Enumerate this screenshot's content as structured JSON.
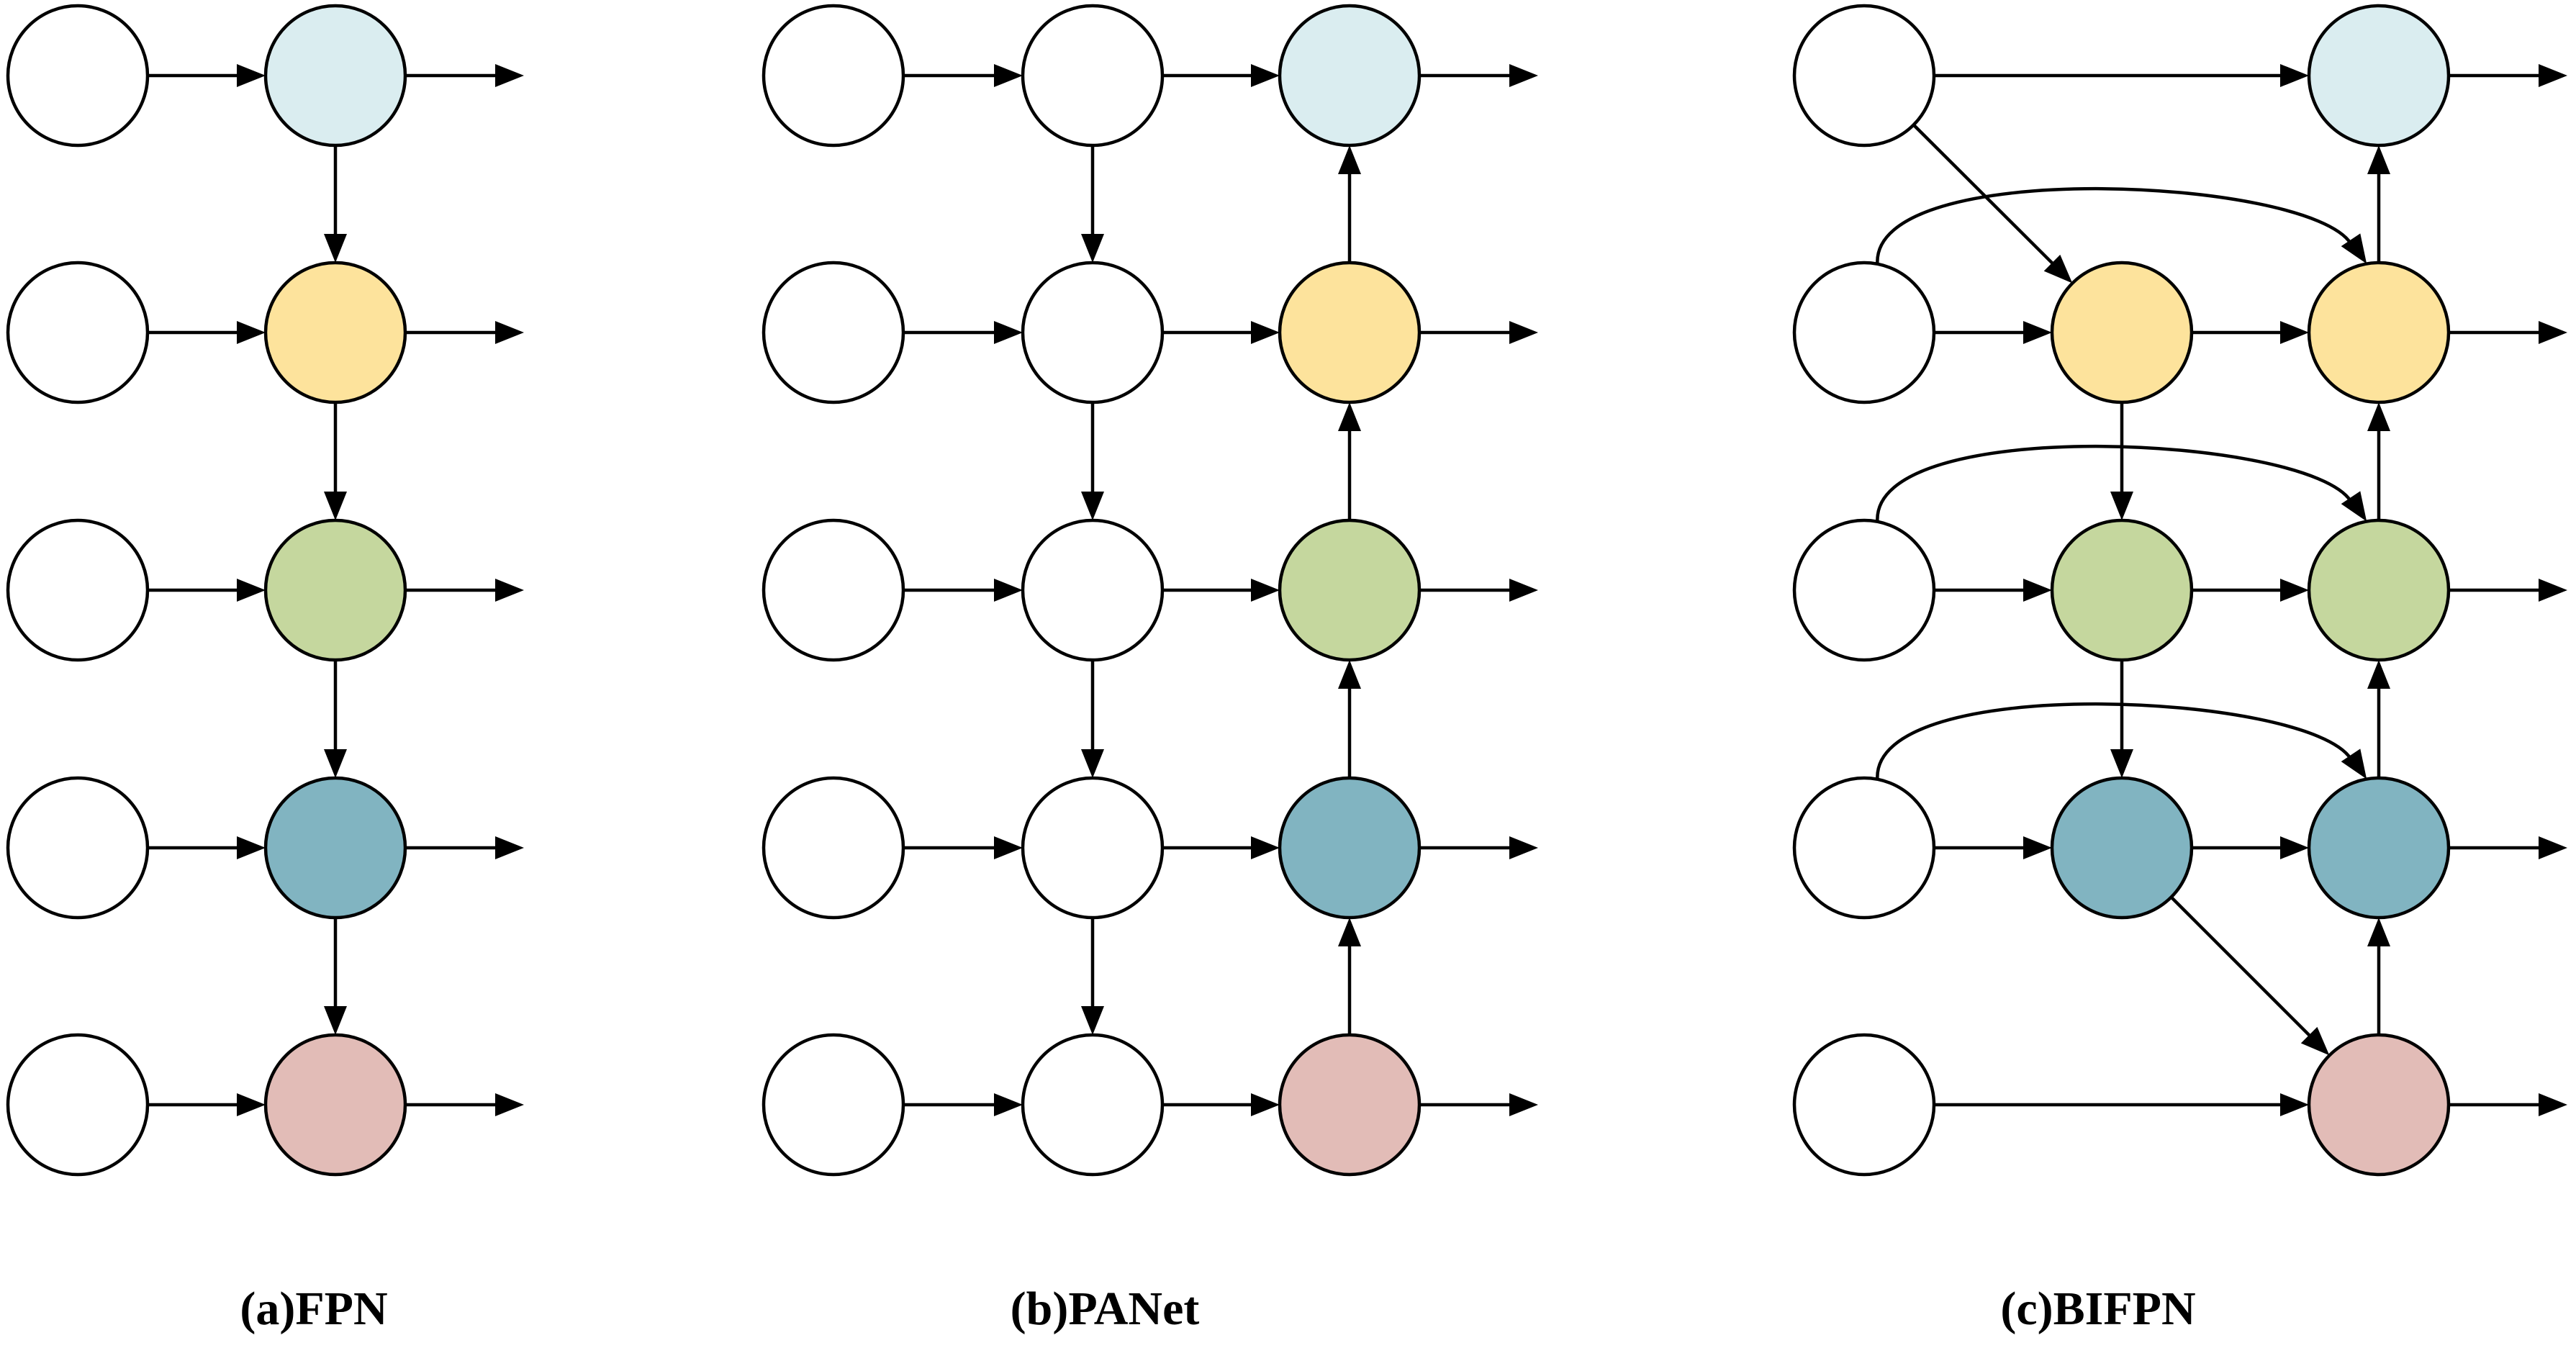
{
  "colors": {
    "white": "#ffffff",
    "level_1": "#daedf0",
    "level_2": "#fde39c",
    "level_3": "#c5d79e",
    "level_4": "#81b4c1",
    "level_5": "#e2bcb7",
    "stroke": "#000000"
  },
  "panels": [
    {
      "id": "fpn",
      "caption": "(a)FPN",
      "columns": [
        [
          "white",
          "white",
          "white",
          "white",
          "white"
        ],
        [
          "level_1",
          "level_2",
          "level_3",
          "level_4",
          "level_5"
        ]
      ],
      "connections": [
        {
          "from": "c0r0",
          "to": "c1r0"
        },
        {
          "from": "c0r1",
          "to": "c1r1"
        },
        {
          "from": "c0r2",
          "to": "c1r2"
        },
        {
          "from": "c0r3",
          "to": "c1r3"
        },
        {
          "from": "c0r4",
          "to": "c1r4"
        },
        {
          "from": "c1r0",
          "to": "c1r1"
        },
        {
          "from": "c1r1",
          "to": "c1r2"
        },
        {
          "from": "c1r2",
          "to": "c1r3"
        },
        {
          "from": "c1r3",
          "to": "c1r4"
        }
      ],
      "outputs": [
        "c1r0",
        "c1r1",
        "c1r2",
        "c1r3",
        "c1r4"
      ]
    },
    {
      "id": "panet",
      "caption": "(b)PANet",
      "columns": [
        [
          "white",
          "white",
          "white",
          "white",
          "white"
        ],
        [
          "white",
          "white",
          "white",
          "white",
          "white"
        ],
        [
          "level_1",
          "level_2",
          "level_3",
          "level_4",
          "level_5"
        ]
      ],
      "connections": [
        {
          "from": "c0r0",
          "to": "c1r0"
        },
        {
          "from": "c0r1",
          "to": "c1r1"
        },
        {
          "from": "c0r2",
          "to": "c1r2"
        },
        {
          "from": "c0r3",
          "to": "c1r3"
        },
        {
          "from": "c0r4",
          "to": "c1r4"
        },
        {
          "from": "c1r0",
          "to": "c2r0"
        },
        {
          "from": "c1r1",
          "to": "c2r1"
        },
        {
          "from": "c1r2",
          "to": "c2r2"
        },
        {
          "from": "c1r3",
          "to": "c2r3"
        },
        {
          "from": "c1r4",
          "to": "c2r4"
        },
        {
          "from": "c1r0",
          "to": "c1r1"
        },
        {
          "from": "c1r1",
          "to": "c1r2"
        },
        {
          "from": "c1r2",
          "to": "c1r3"
        },
        {
          "from": "c1r3",
          "to": "c1r4"
        },
        {
          "from": "c2r4",
          "to": "c2r3"
        },
        {
          "from": "c2r3",
          "to": "c2r2"
        },
        {
          "from": "c2r2",
          "to": "c2r1"
        },
        {
          "from": "c2r1",
          "to": "c2r0"
        }
      ],
      "outputs": [
        "c2r0",
        "c2r1",
        "c2r2",
        "c2r3",
        "c2r4"
      ]
    },
    {
      "id": "bifpn",
      "caption": "(c)BIFPN",
      "columns": [
        [
          "white",
          "white",
          "white",
          "white",
          "white"
        ],
        [
          null,
          "level_2",
          "level_3",
          "level_4",
          null
        ],
        [
          "level_1",
          "level_2",
          "level_3",
          "level_4",
          "level_5"
        ]
      ],
      "connections": [
        {
          "from": "c0r0",
          "to": "c2r0"
        },
        {
          "from": "c0r1",
          "to": "c1r1"
        },
        {
          "from": "c0r2",
          "to": "c1r2"
        },
        {
          "from": "c0r3",
          "to": "c1r3"
        },
        {
          "from": "c0r4",
          "to": "c2r4"
        },
        {
          "from": "c1r1",
          "to": "c2r1"
        },
        {
          "from": "c1r2",
          "to": "c2r2"
        },
        {
          "from": "c1r3",
          "to": "c2r3"
        },
        {
          "from": "c0r0",
          "to": "c1r1"
        },
        {
          "from": "c1r1",
          "to": "c1r2"
        },
        {
          "from": "c1r2",
          "to": "c1r3"
        },
        {
          "from": "c1r3",
          "to": "c2r4"
        },
        {
          "from": "c2r4",
          "to": "c2r3"
        },
        {
          "from": "c2r3",
          "to": "c2r2"
        },
        {
          "from": "c2r2",
          "to": "c2r1"
        },
        {
          "from": "c2r1",
          "to": "c2r0"
        },
        {
          "from": "c0r1",
          "to": "c2r1",
          "curved": true
        },
        {
          "from": "c0r2",
          "to": "c2r2",
          "curved": true
        },
        {
          "from": "c0r3",
          "to": "c2r3",
          "curved": true
        }
      ],
      "outputs": [
        "c2r0",
        "c2r1",
        "c2r2",
        "c2r3",
        "c2r4"
      ]
    }
  ]
}
